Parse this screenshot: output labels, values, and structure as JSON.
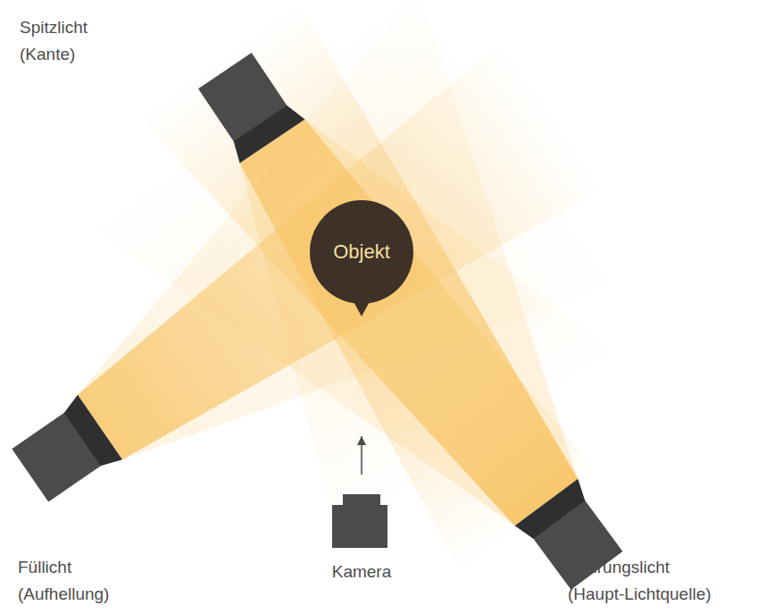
{
  "diagram": {
    "nodes": [
      {
        "text": [
          "Objekt"
        ]
      },
      {
        "text": [
          "Kamera"
        ]
      }
    ],
    "edges": [
      {
        "from": 1,
        "to": 0,
        "arrow": "to"
      }
    ],
    "labels": [
      "Spitzlicht (Kante)",
      "Füllicht (Aufhellung)",
      "Führungslicht (Haupt-Lichtquelle)"
    ]
  }
}
